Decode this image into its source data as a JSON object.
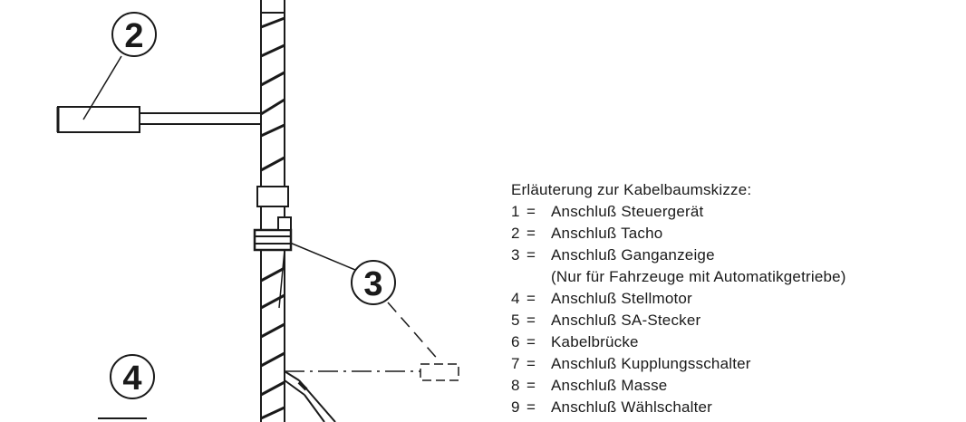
{
  "callouts": [
    "2",
    "3",
    "4"
  ],
  "legend": {
    "title": "Erläuterung zur Kabelbaumskizze:",
    "items": [
      {
        "num": "1",
        "eq": "=",
        "text": "Anschluß Steuergerät"
      },
      {
        "num": "2",
        "eq": "=",
        "text": "Anschluß Tacho"
      },
      {
        "num": "3",
        "eq": "=",
        "text": "Anschluß Ganganzeige"
      },
      {
        "num": "4",
        "eq": "=",
        "text": "Anschluß Stellmotor"
      },
      {
        "num": "5",
        "eq": "=",
        "text": "Anschluß SA-Stecker"
      },
      {
        "num": "6",
        "eq": "=",
        "text": "Kabelbrücke"
      },
      {
        "num": "7",
        "eq": "=",
        "text": "Anschluß Kupplungsschalter"
      },
      {
        "num": "8",
        "eq": "=",
        "text": "Anschluß Masse"
      },
      {
        "num": "9",
        "eq": "=",
        "text": "Anschluß Wählschalter"
      }
    ],
    "note_item3": "(Nur für Fahrzeuge mit Automatikgetriebe)"
  }
}
